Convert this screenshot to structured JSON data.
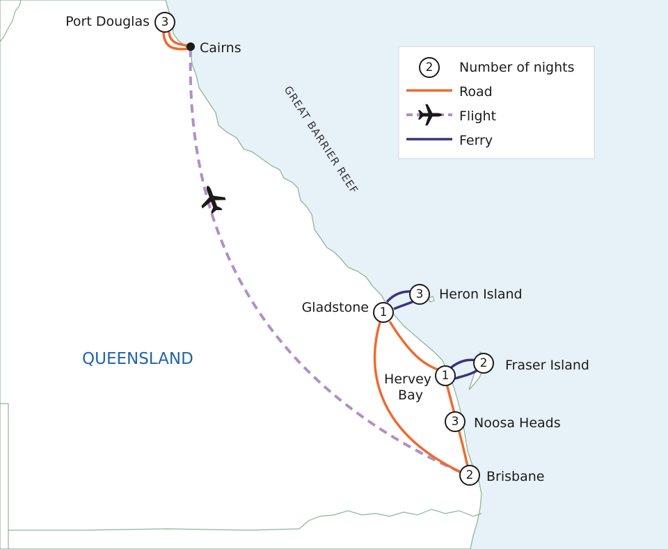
{
  "colors": {
    "sea": "#e7f2f8",
    "land": "#ffffff",
    "coast": "#8fb39a",
    "road": "#ef6a2f",
    "flight": "#b08fc8",
    "ferry": "#3b3281",
    "state_label": "#2163a8"
  },
  "region_labels": {
    "state": "QUEENSLAND",
    "reef": "GREAT BARRIER REEF"
  },
  "legend": {
    "nights_number": "2",
    "nights_label": "Number of nights",
    "road_label": "Road",
    "flight_label": "Flight",
    "ferry_label": "Ferry"
  },
  "stops": {
    "port_douglas": {
      "name": "Port Douglas",
      "nights": "3"
    },
    "cairns": {
      "name": "Cairns"
    },
    "heron_island": {
      "name": "Heron Island",
      "nights": "3"
    },
    "gladstone": {
      "name": "Gladstone",
      "nights": "1"
    },
    "fraser_island": {
      "name": "Fraser Island",
      "nights": "2"
    },
    "hervey_bay": {
      "name_line1": "Hervey",
      "name_line2": "Bay",
      "nights": "1"
    },
    "noosa_heads": {
      "name": "Noosa Heads",
      "nights": "3"
    },
    "brisbane": {
      "name": "Brisbane",
      "nights": "2"
    }
  }
}
